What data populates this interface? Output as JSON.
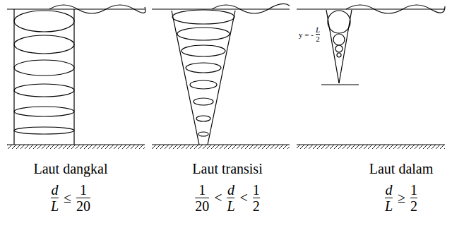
{
  "diagram": {
    "labels": [
      "Laut dangkal",
      "d",
      "L",
      "≤",
      "1",
      "20",
      "Laut transisi",
      "1",
      "20",
      "<",
      "d",
      "L",
      "<",
      "1",
      "2",
      "Laut dalam",
      "d",
      "L",
      "≥",
      "1",
      "2",
      "y = -",
      "L",
      "2"
    ]
  }
}
